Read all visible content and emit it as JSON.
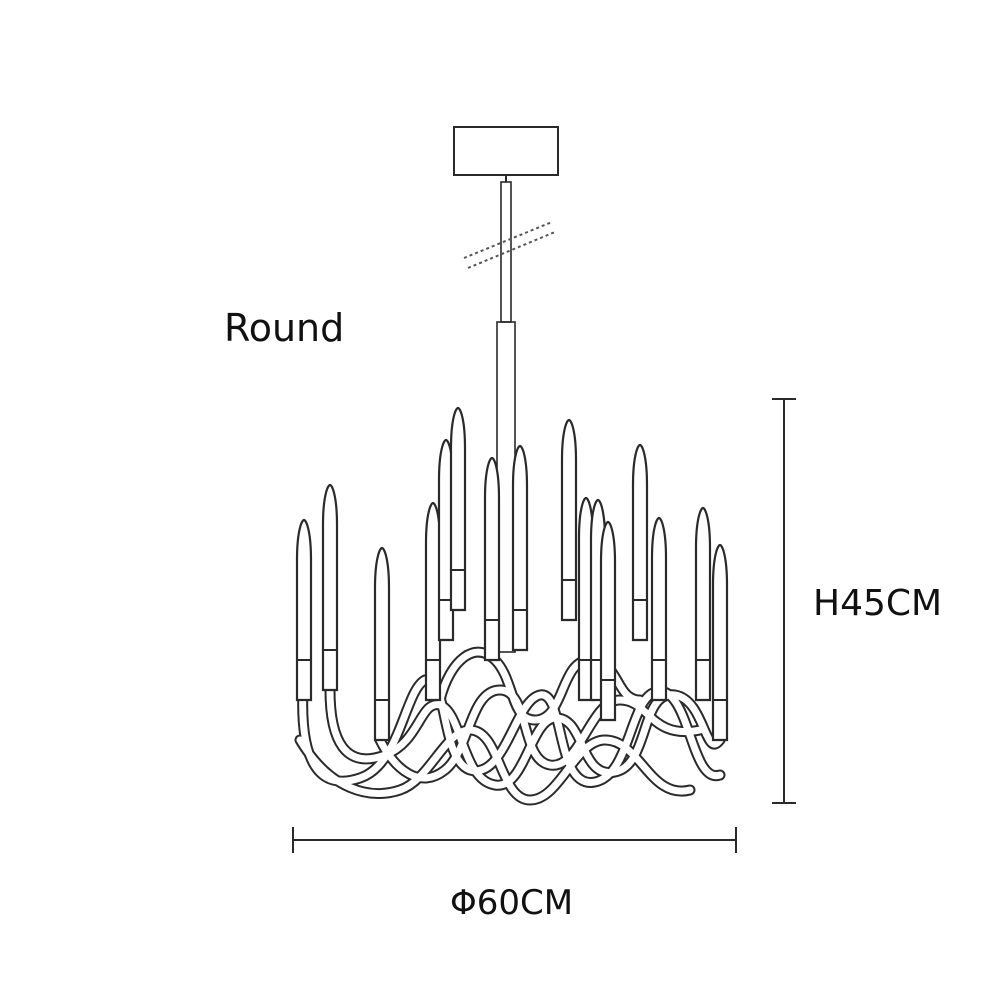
{
  "labels": {
    "type": "Round",
    "height": "H45CM",
    "diameter": "Φ60CM"
  },
  "colors": {
    "line": "#2a2a2a",
    "text": "#111111"
  }
}
